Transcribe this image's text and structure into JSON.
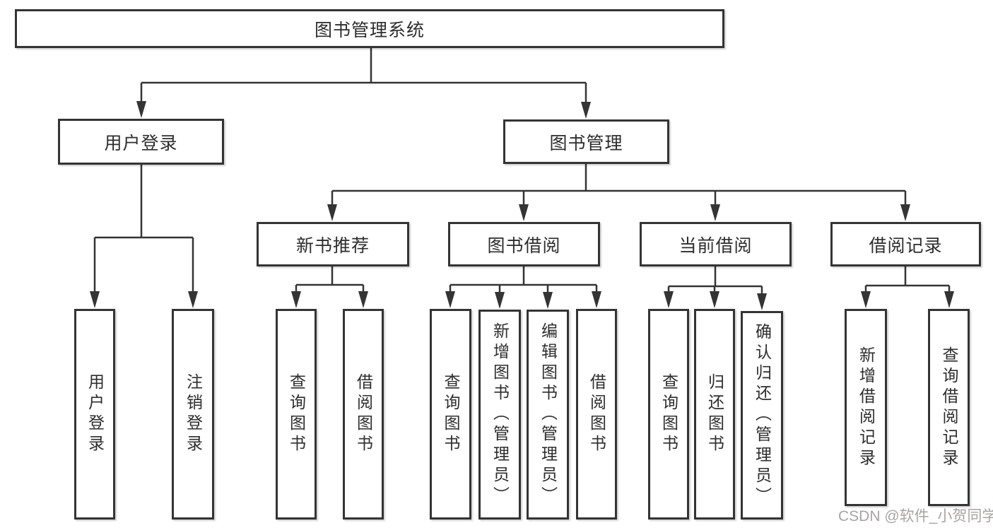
{
  "watermark": {
    "text": "CSDN @软件_小贺同学"
  },
  "colors": {
    "line": "#343434",
    "box_border": "#343434",
    "text": "#2d2d2d",
    "background": "#ffffff",
    "watermark": "#9e9696"
  },
  "tree": {
    "label": "图书管理系统",
    "children": [
      {
        "label": "用户登录",
        "children": [
          {
            "label": "用户登录"
          },
          {
            "label": "注销登录"
          }
        ]
      },
      {
        "label": "图书管理",
        "children": [
          {
            "label": "新书推荐",
            "children": [
              {
                "label": "查询图书"
              },
              {
                "label": "借阅图书"
              }
            ]
          },
          {
            "label": "图书借阅",
            "children": [
              {
                "label": "查询图书"
              },
              {
                "label": "新增图书（管理员）"
              },
              {
                "label": "编辑图书（管理员）"
              },
              {
                "label": "借阅图书"
              }
            ]
          },
          {
            "label": "当前借阅",
            "children": [
              {
                "label": "查询图书"
              },
              {
                "label": "归还图书"
              },
              {
                "label": "确认归还（管理员）"
              }
            ]
          },
          {
            "label": "借阅记录",
            "children": [
              {
                "label": "新增借阅记录"
              },
              {
                "label": "查询借阅记录"
              }
            ]
          }
        ]
      }
    ]
  }
}
